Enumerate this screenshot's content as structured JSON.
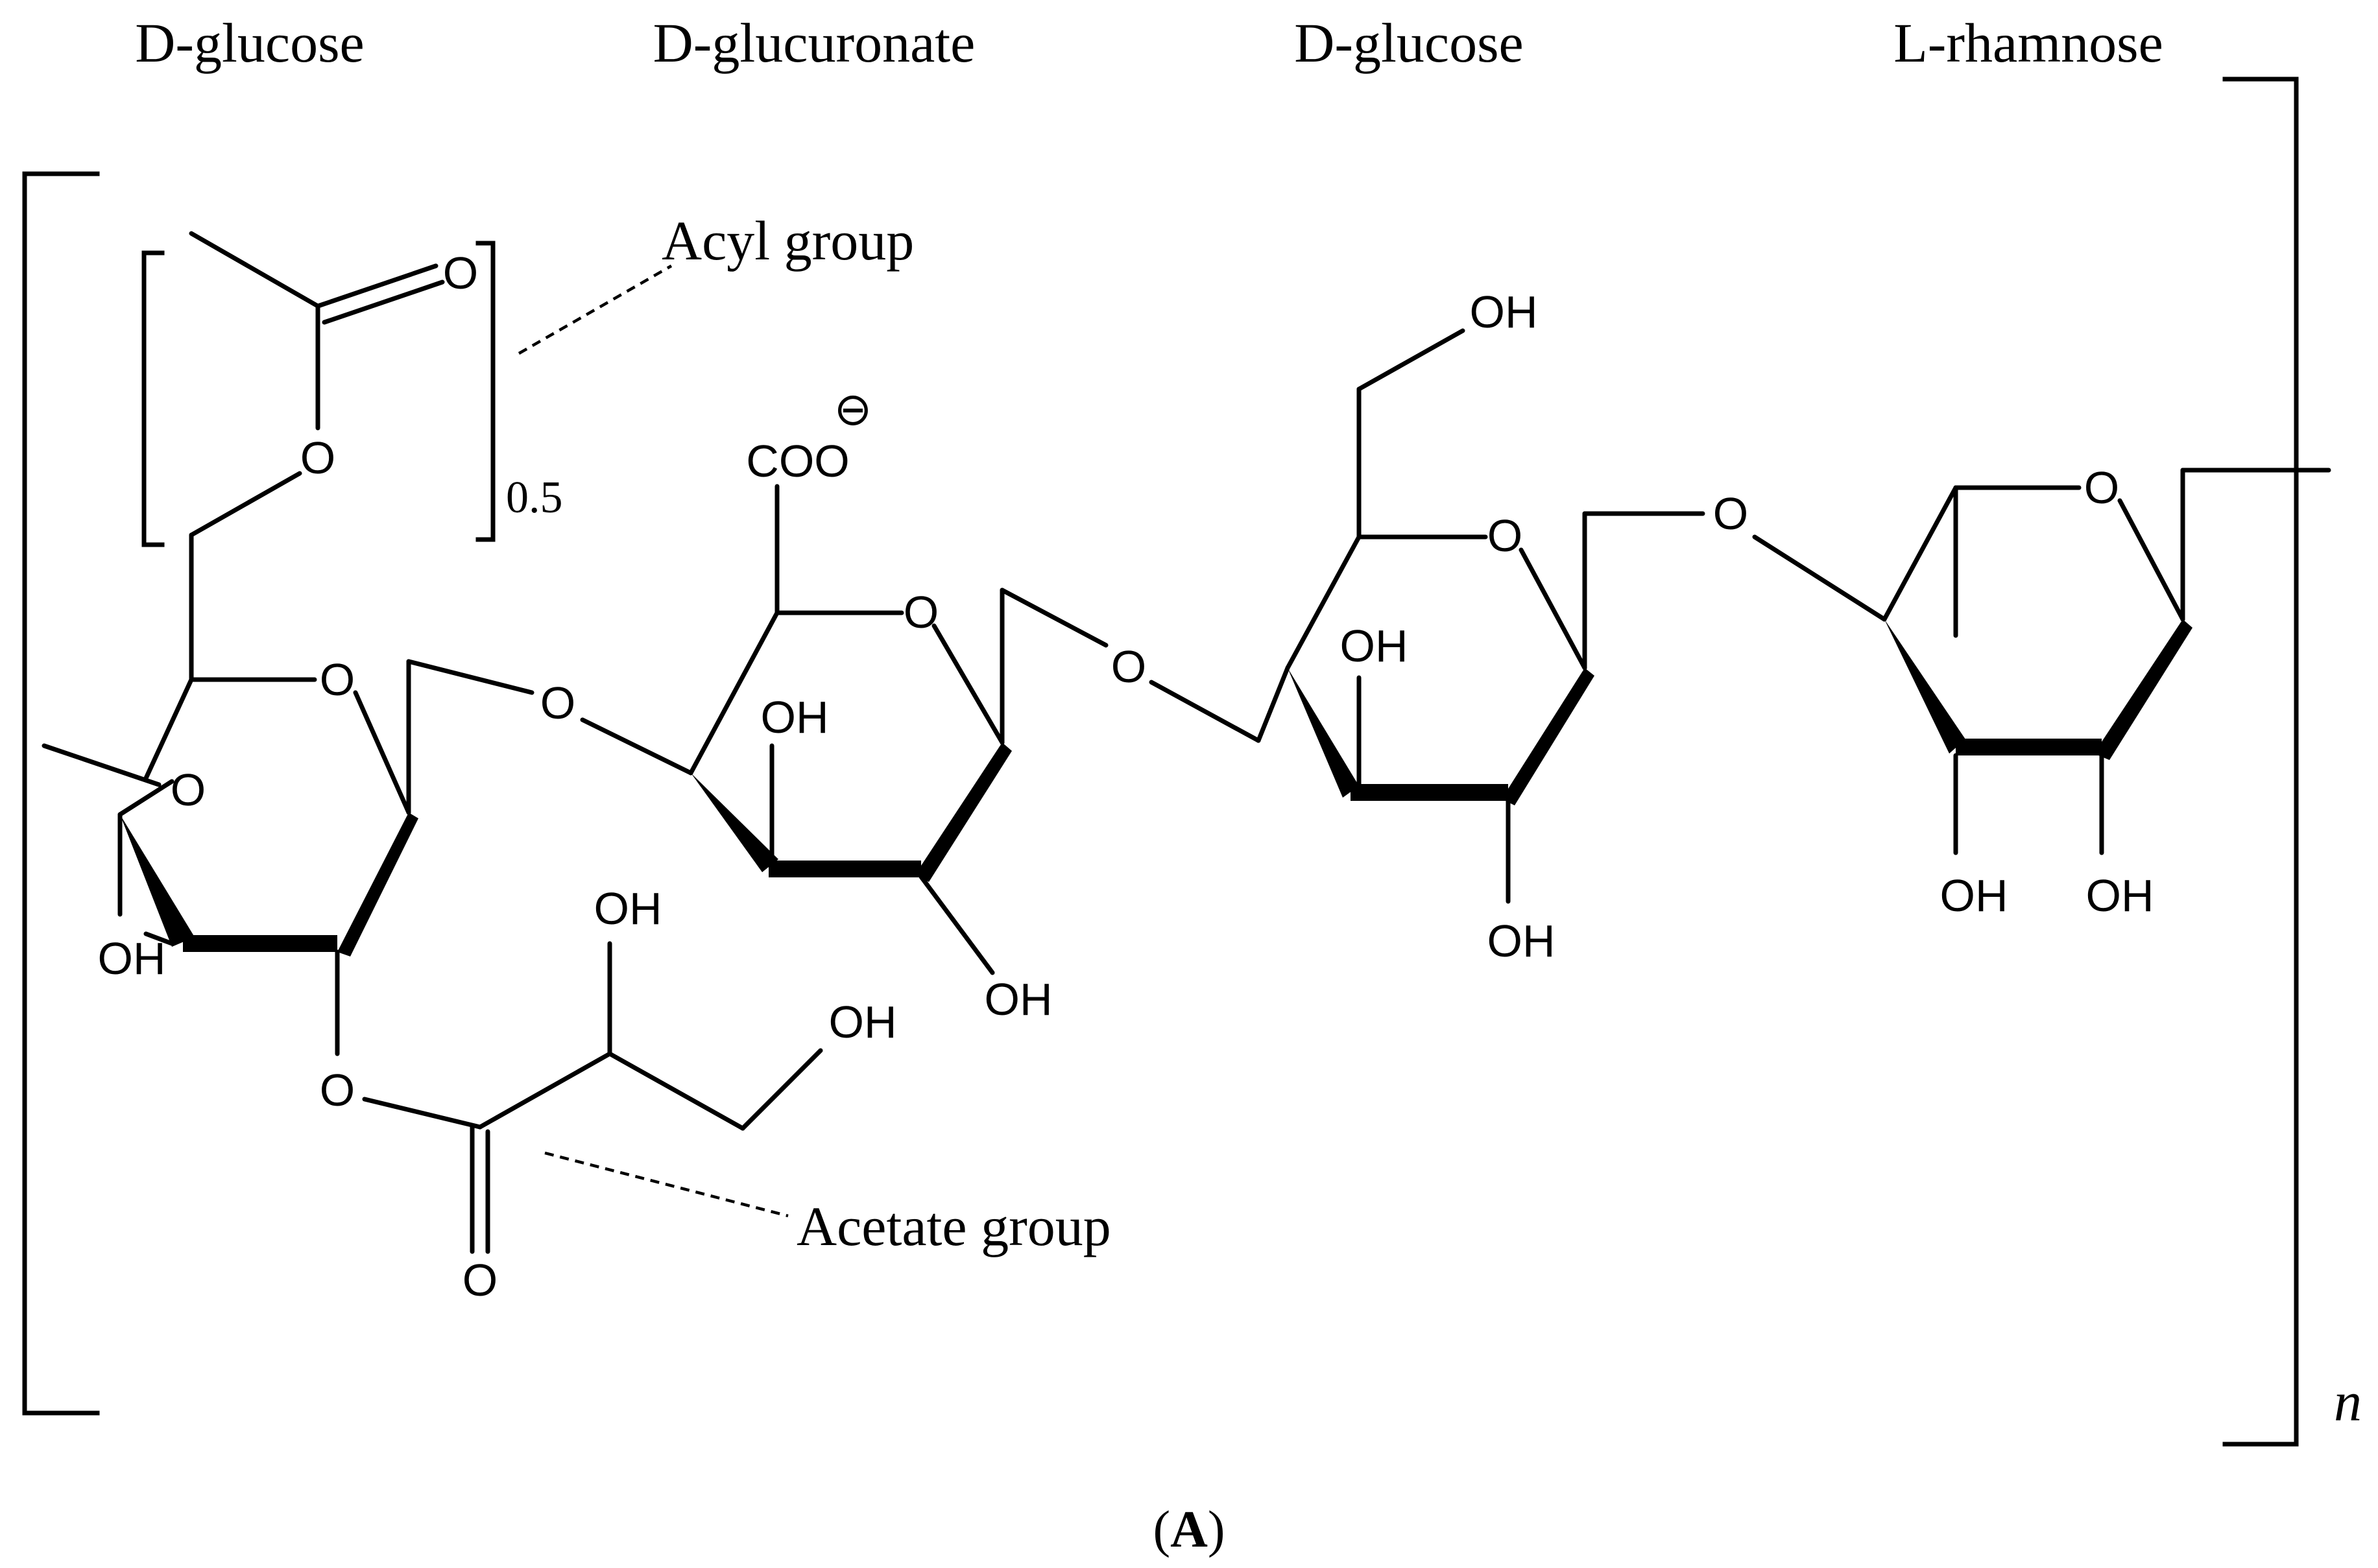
{
  "sugars": [
    {
      "name": "D-glucose"
    },
    {
      "name": "D-glucuronate"
    },
    {
      "name": "D-glucose"
    },
    {
      "name": "L-rhamnose"
    }
  ],
  "annotations": {
    "acyl_group": "Acyl group",
    "acetate_group": "Acetate group"
  },
  "stoichiometry": {
    "acyl_fraction": "0.5",
    "repeat": "n"
  },
  "atoms": {
    "oxygen": "O",
    "hydroxyl": "OH",
    "carboxylate": "COO",
    "negative_charge": "⊖"
  },
  "caption": {
    "open": "(",
    "letter": "A",
    "close": ")"
  }
}
